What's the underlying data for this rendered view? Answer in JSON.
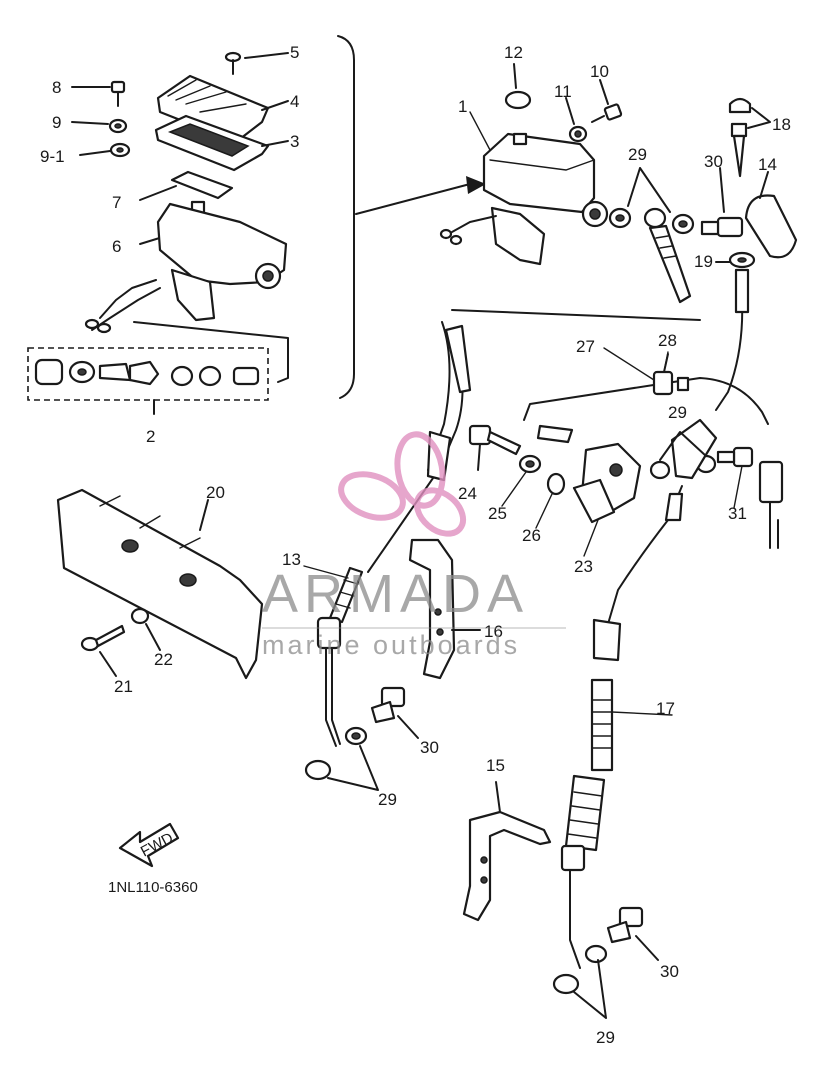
{
  "diagram": {
    "part_code": "1NL110-6360",
    "direction_label": "FWD",
    "callouts": [
      {
        "id": "1",
        "text": "1"
      },
      {
        "id": "2",
        "text": "2"
      },
      {
        "id": "3",
        "text": "3"
      },
      {
        "id": "4",
        "text": "4"
      },
      {
        "id": "5",
        "text": "5"
      },
      {
        "id": "6",
        "text": "6"
      },
      {
        "id": "7",
        "text": "7"
      },
      {
        "id": "8",
        "text": "8"
      },
      {
        "id": "9",
        "text": "9"
      },
      {
        "id": "9-1",
        "text": "9-1"
      },
      {
        "id": "10",
        "text": "10"
      },
      {
        "id": "11",
        "text": "11"
      },
      {
        "id": "12",
        "text": "12"
      },
      {
        "id": "13",
        "text": "13"
      },
      {
        "id": "14",
        "text": "14"
      },
      {
        "id": "15",
        "text": "15"
      },
      {
        "id": "16",
        "text": "16"
      },
      {
        "id": "17",
        "text": "17"
      },
      {
        "id": "18",
        "text": "18"
      },
      {
        "id": "19",
        "text": "19"
      },
      {
        "id": "20",
        "text": "20"
      },
      {
        "id": "21",
        "text": "21"
      },
      {
        "id": "22",
        "text": "22"
      },
      {
        "id": "23",
        "text": "23"
      },
      {
        "id": "24",
        "text": "24"
      },
      {
        "id": "25",
        "text": "25"
      },
      {
        "id": "26",
        "text": "26"
      },
      {
        "id": "27",
        "text": "27"
      },
      {
        "id": "28",
        "text": "28"
      },
      {
        "id": "29a",
        "text": "29"
      },
      {
        "id": "29b",
        "text": "29"
      },
      {
        "id": "29c",
        "text": "29"
      },
      {
        "id": "29d",
        "text": "29"
      },
      {
        "id": "30a",
        "text": "30"
      },
      {
        "id": "30b",
        "text": "30"
      },
      {
        "id": "30c",
        "text": "30"
      },
      {
        "id": "31",
        "text": "31"
      }
    ]
  },
  "watermark": {
    "brand": "ARMADA",
    "tagline": "marine outboards",
    "logo_color": "#e090c0"
  }
}
